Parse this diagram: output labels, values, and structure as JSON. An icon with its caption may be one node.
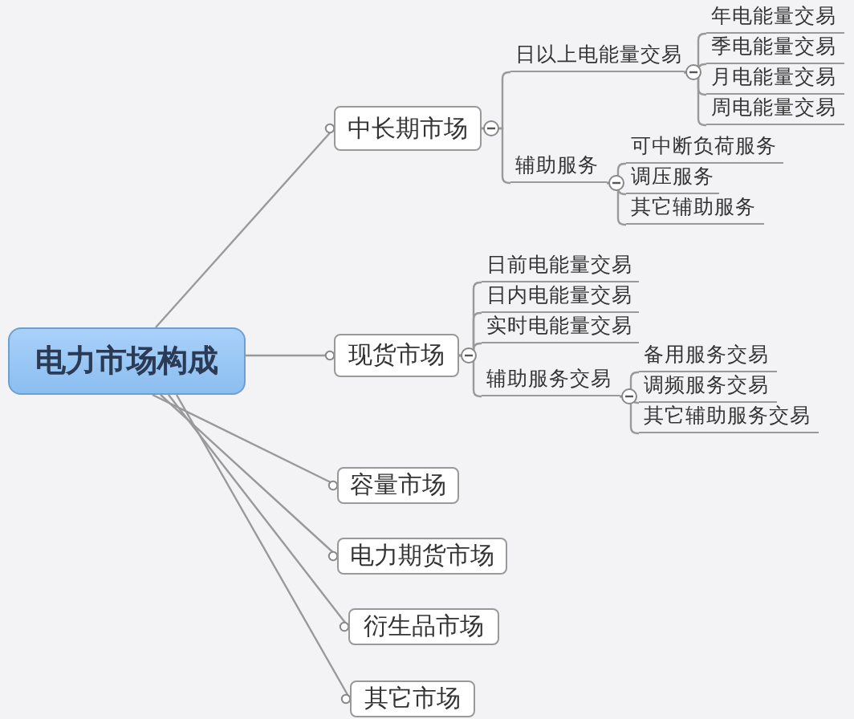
{
  "diagram": {
    "nodes": [
      {
        "text": [
          "电力市场构成"
        ]
      },
      {
        "text": [
          "中长期市场"
        ]
      },
      {
        "text": [
          "日以上电能量交易"
        ]
      },
      {
        "text": [
          "年电能量交易"
        ]
      },
      {
        "text": [
          "季电能量交易"
        ]
      },
      {
        "text": [
          "月电能量交易"
        ]
      },
      {
        "text": [
          "周电能量交易"
        ]
      },
      {
        "text": [
          "辅助服务"
        ]
      },
      {
        "text": [
          "可中断负荷服务"
        ]
      },
      {
        "text": [
          "调压服务"
        ]
      },
      {
        "text": [
          "其它辅助服务"
        ]
      },
      {
        "text": [
          "现货市场"
        ]
      },
      {
        "text": [
          "日前电能量交易"
        ]
      },
      {
        "text": [
          "日内电能量交易"
        ]
      },
      {
        "text": [
          "实时电能量交易"
        ]
      },
      {
        "text": [
          "辅助服务交易"
        ]
      },
      {
        "text": [
          "备用服务交易"
        ]
      },
      {
        "text": [
          "调频服务交易"
        ]
      },
      {
        "text": [
          "其它辅助服务交易"
        ]
      },
      {
        "text": [
          "容量市场"
        ]
      },
      {
        "text": [
          "电力期货市场"
        ]
      },
      {
        "text": [
          "衍生品市场"
        ]
      },
      {
        "text": [
          "其它市场"
        ]
      }
    ],
    "edges": [
      {
        "from": 0,
        "to": 1,
        "arrow": "other"
      },
      {
        "from": 1,
        "to": 2,
        "arrow": "none"
      },
      {
        "from": 2,
        "to": 3,
        "arrow": "none"
      },
      {
        "from": 2,
        "to": 4,
        "arrow": "none"
      },
      {
        "from": 2,
        "to": 5,
        "arrow": "none"
      },
      {
        "from": 2,
        "to": 6,
        "arrow": "none"
      },
      {
        "from": 1,
        "to": 7,
        "arrow": "none"
      },
      {
        "from": 7,
        "to": 8,
        "arrow": "none"
      },
      {
        "from": 7,
        "to": 9,
        "arrow": "none"
      },
      {
        "from": 7,
        "to": 10,
        "arrow": "none"
      },
      {
        "from": 0,
        "to": 11,
        "arrow": "other"
      },
      {
        "from": 11,
        "to": 12,
        "arrow": "none"
      },
      {
        "from": 11,
        "to": 13,
        "arrow": "none"
      },
      {
        "from": 11,
        "to": 14,
        "arrow": "none"
      },
      {
        "from": 11,
        "to": 15,
        "arrow": "none"
      },
      {
        "from": 15,
        "to": 16,
        "arrow": "none"
      },
      {
        "from": 15,
        "to": 17,
        "arrow": "none"
      },
      {
        "from": 15,
        "to": 18,
        "arrow": "none"
      },
      {
        "from": 0,
        "to": 19,
        "arrow": "other"
      },
      {
        "from": 0,
        "to": 20,
        "arrow": "other"
      },
      {
        "from": 0,
        "to": 21,
        "arrow": "other"
      },
      {
        "from": 0,
        "to": 22,
        "arrow": "other"
      }
    ]
  }
}
